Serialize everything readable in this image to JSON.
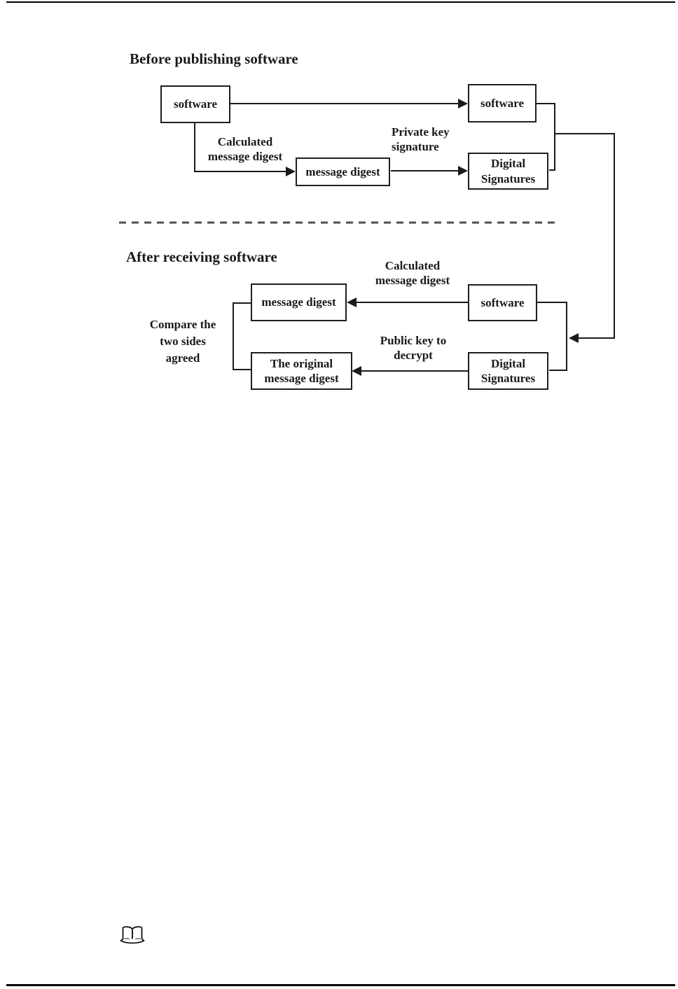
{
  "page": {
    "type_note": "manual page with digital-signature flow diagram"
  },
  "colors": {
    "line": "#1a1a1a",
    "box_border": "#1f1f1f",
    "dashed_separator": "#4f4f4f",
    "background": "#ffffff",
    "text": "#1a1a1a"
  },
  "before": {
    "title": "Before publishing software",
    "box_software_source": "software",
    "box_software_dest": "software",
    "box_message_digest": "message digest",
    "box_digital_signatures": "Digital\nSignatures",
    "label_calculated": "Calculated\nmessage digest",
    "label_private_key": "Private key\nsignature"
  },
  "after": {
    "title": "After receiving software",
    "box_message_digest": "message digest",
    "box_software": "software",
    "box_original_digest": "The original\nmessage digest",
    "box_digital_signatures": "Digital\nSignatures",
    "label_calculated": "Calculated\nmessage digest",
    "label_public_key": "Public key to\ndecrypt",
    "label_compare": "Compare the\ntwo sides\nagreed"
  },
  "icons": {
    "footer_note": "open-book-icon"
  }
}
